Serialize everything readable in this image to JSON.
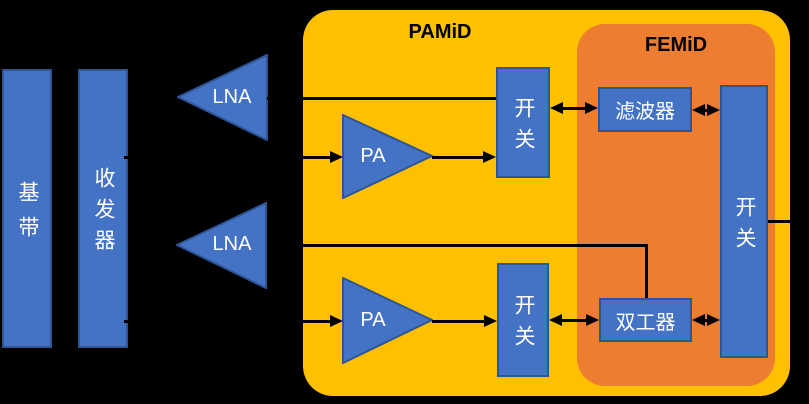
{
  "diagram": {
    "left_chain": {
      "baseband": "基带",
      "transceiver": "收发器"
    },
    "amplifiers": {
      "lna1": "LNA",
      "lna2": "LNA",
      "pa1": "PA",
      "pa2": "PA"
    },
    "pamid": {
      "title": "PAMiD",
      "switch1": "开关",
      "switch2": "开关"
    },
    "femid": {
      "title": "FEMiD",
      "filter": "滤波器",
      "duplexer": "双工器",
      "switch3": "开关"
    },
    "colors": {
      "background": "#000000",
      "pamid_fill": "#FFC000",
      "femid_fill": "#ED7D31",
      "block_fill": "#4472C4",
      "block_border": "#2E5697",
      "connector": "#000000",
      "block_text": "#FFFFFF",
      "title_text": "#000000"
    }
  }
}
